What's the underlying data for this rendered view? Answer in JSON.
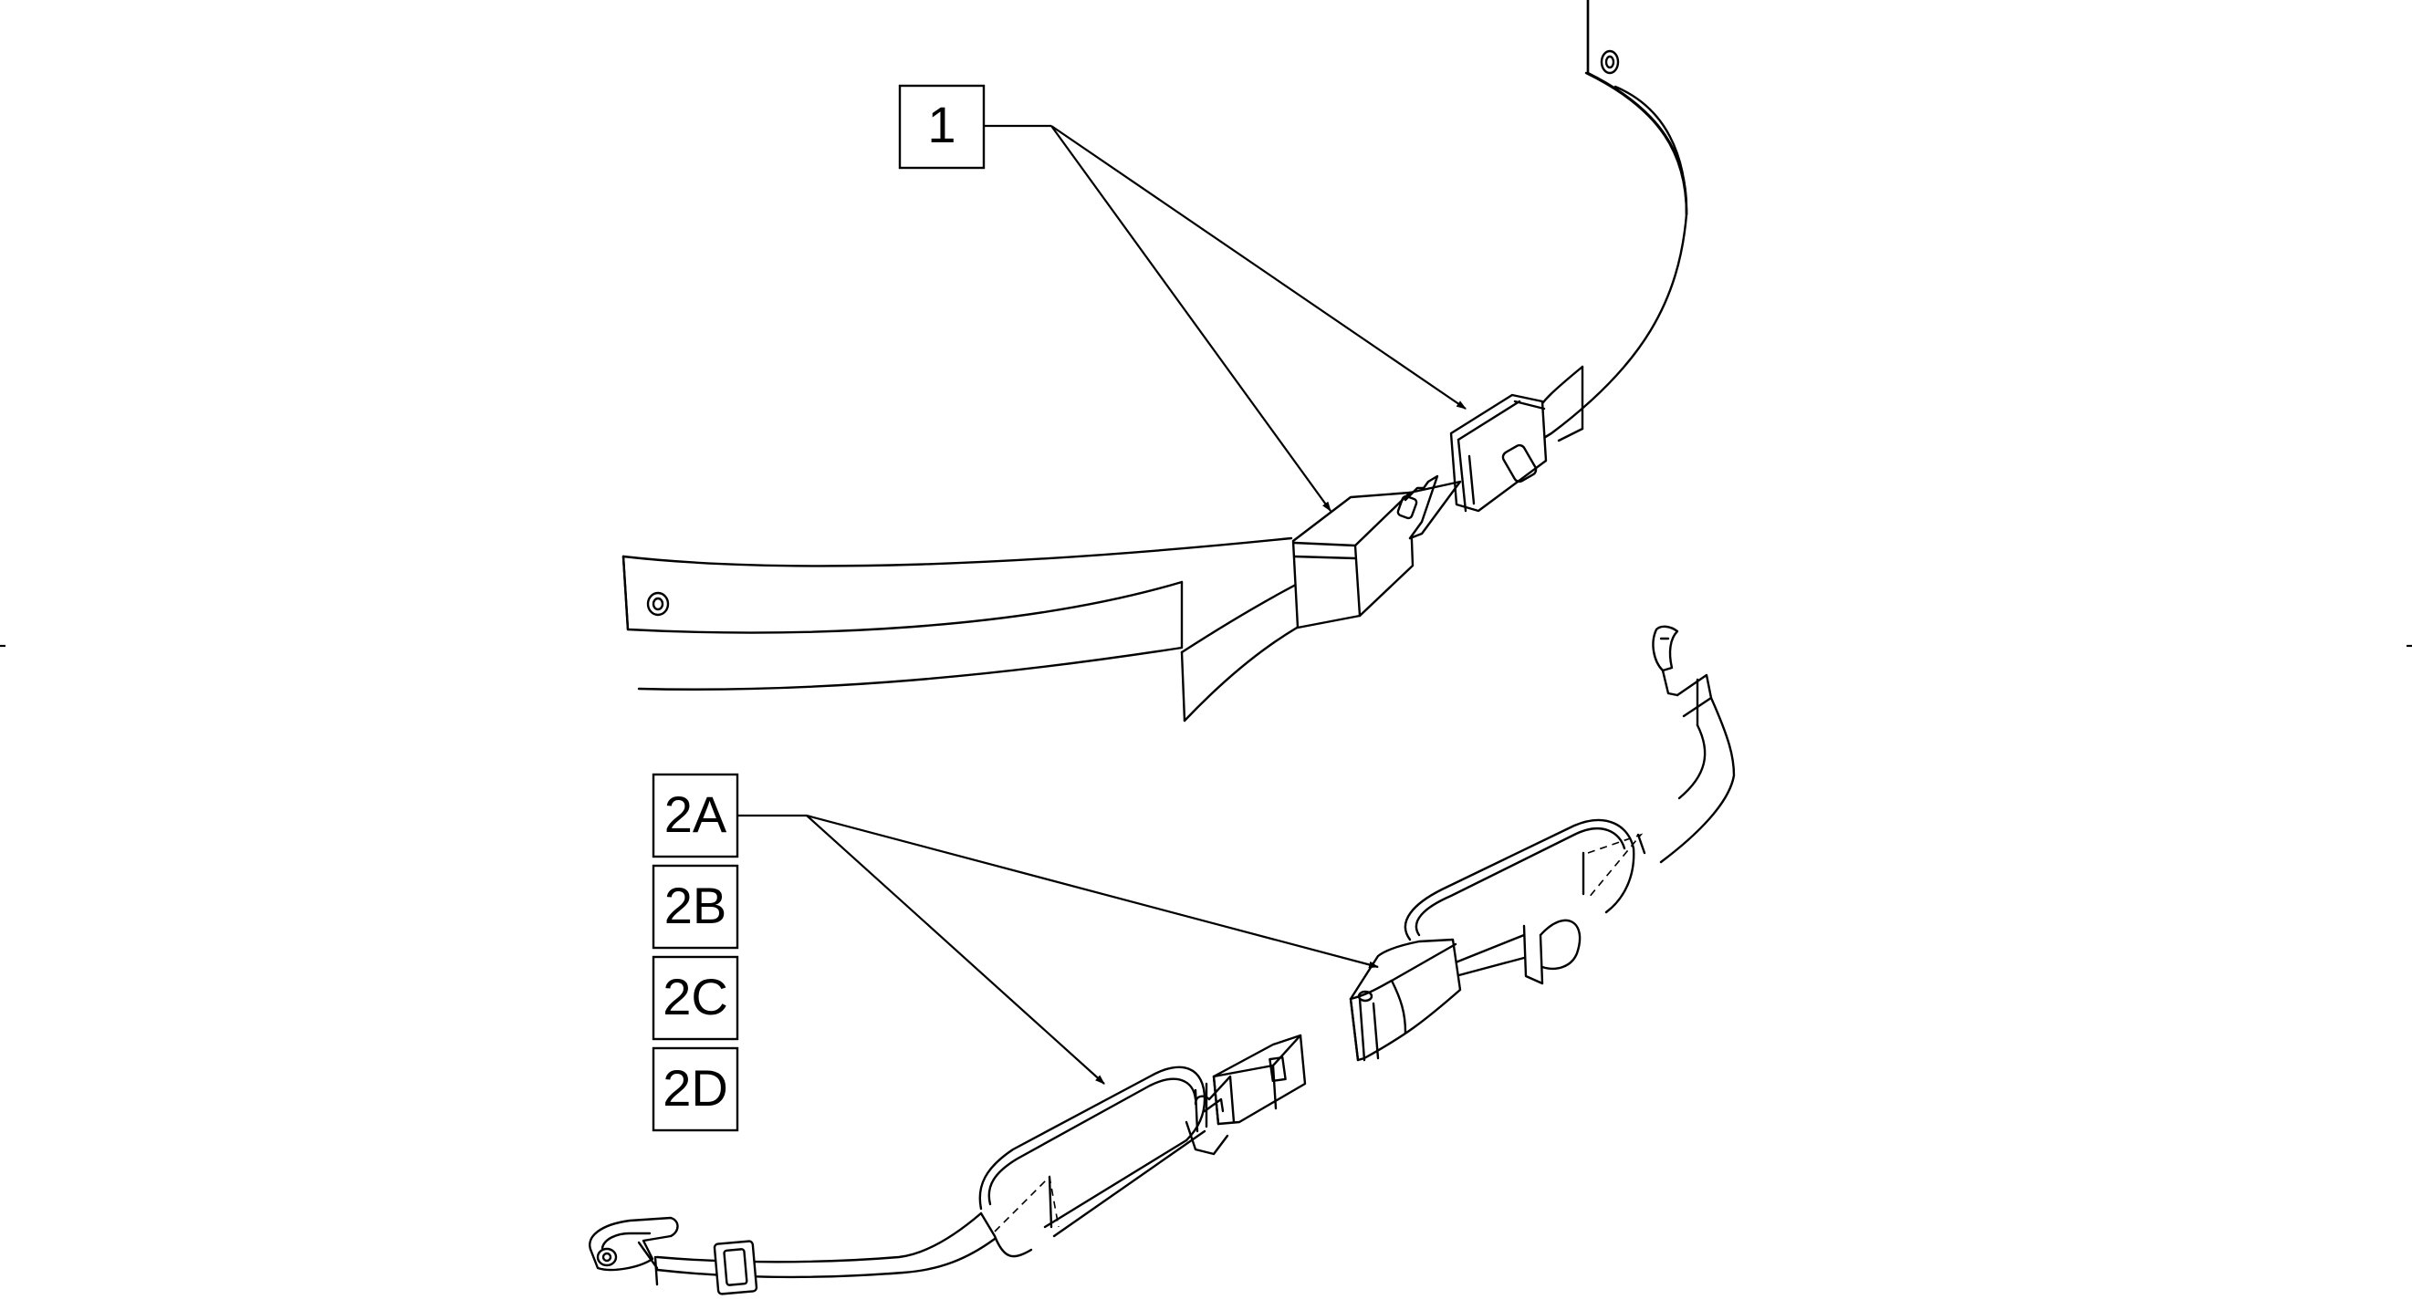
{
  "callouts": [
    {
      "id": "1",
      "label": "1"
    },
    {
      "id": "2a",
      "label": "2A"
    },
    {
      "id": "2b",
      "label": "2B"
    },
    {
      "id": "2c",
      "label": "2C"
    },
    {
      "id": "2d",
      "label": "2D"
    }
  ],
  "colors": {
    "line": "#000000",
    "background": "#ffffff"
  }
}
